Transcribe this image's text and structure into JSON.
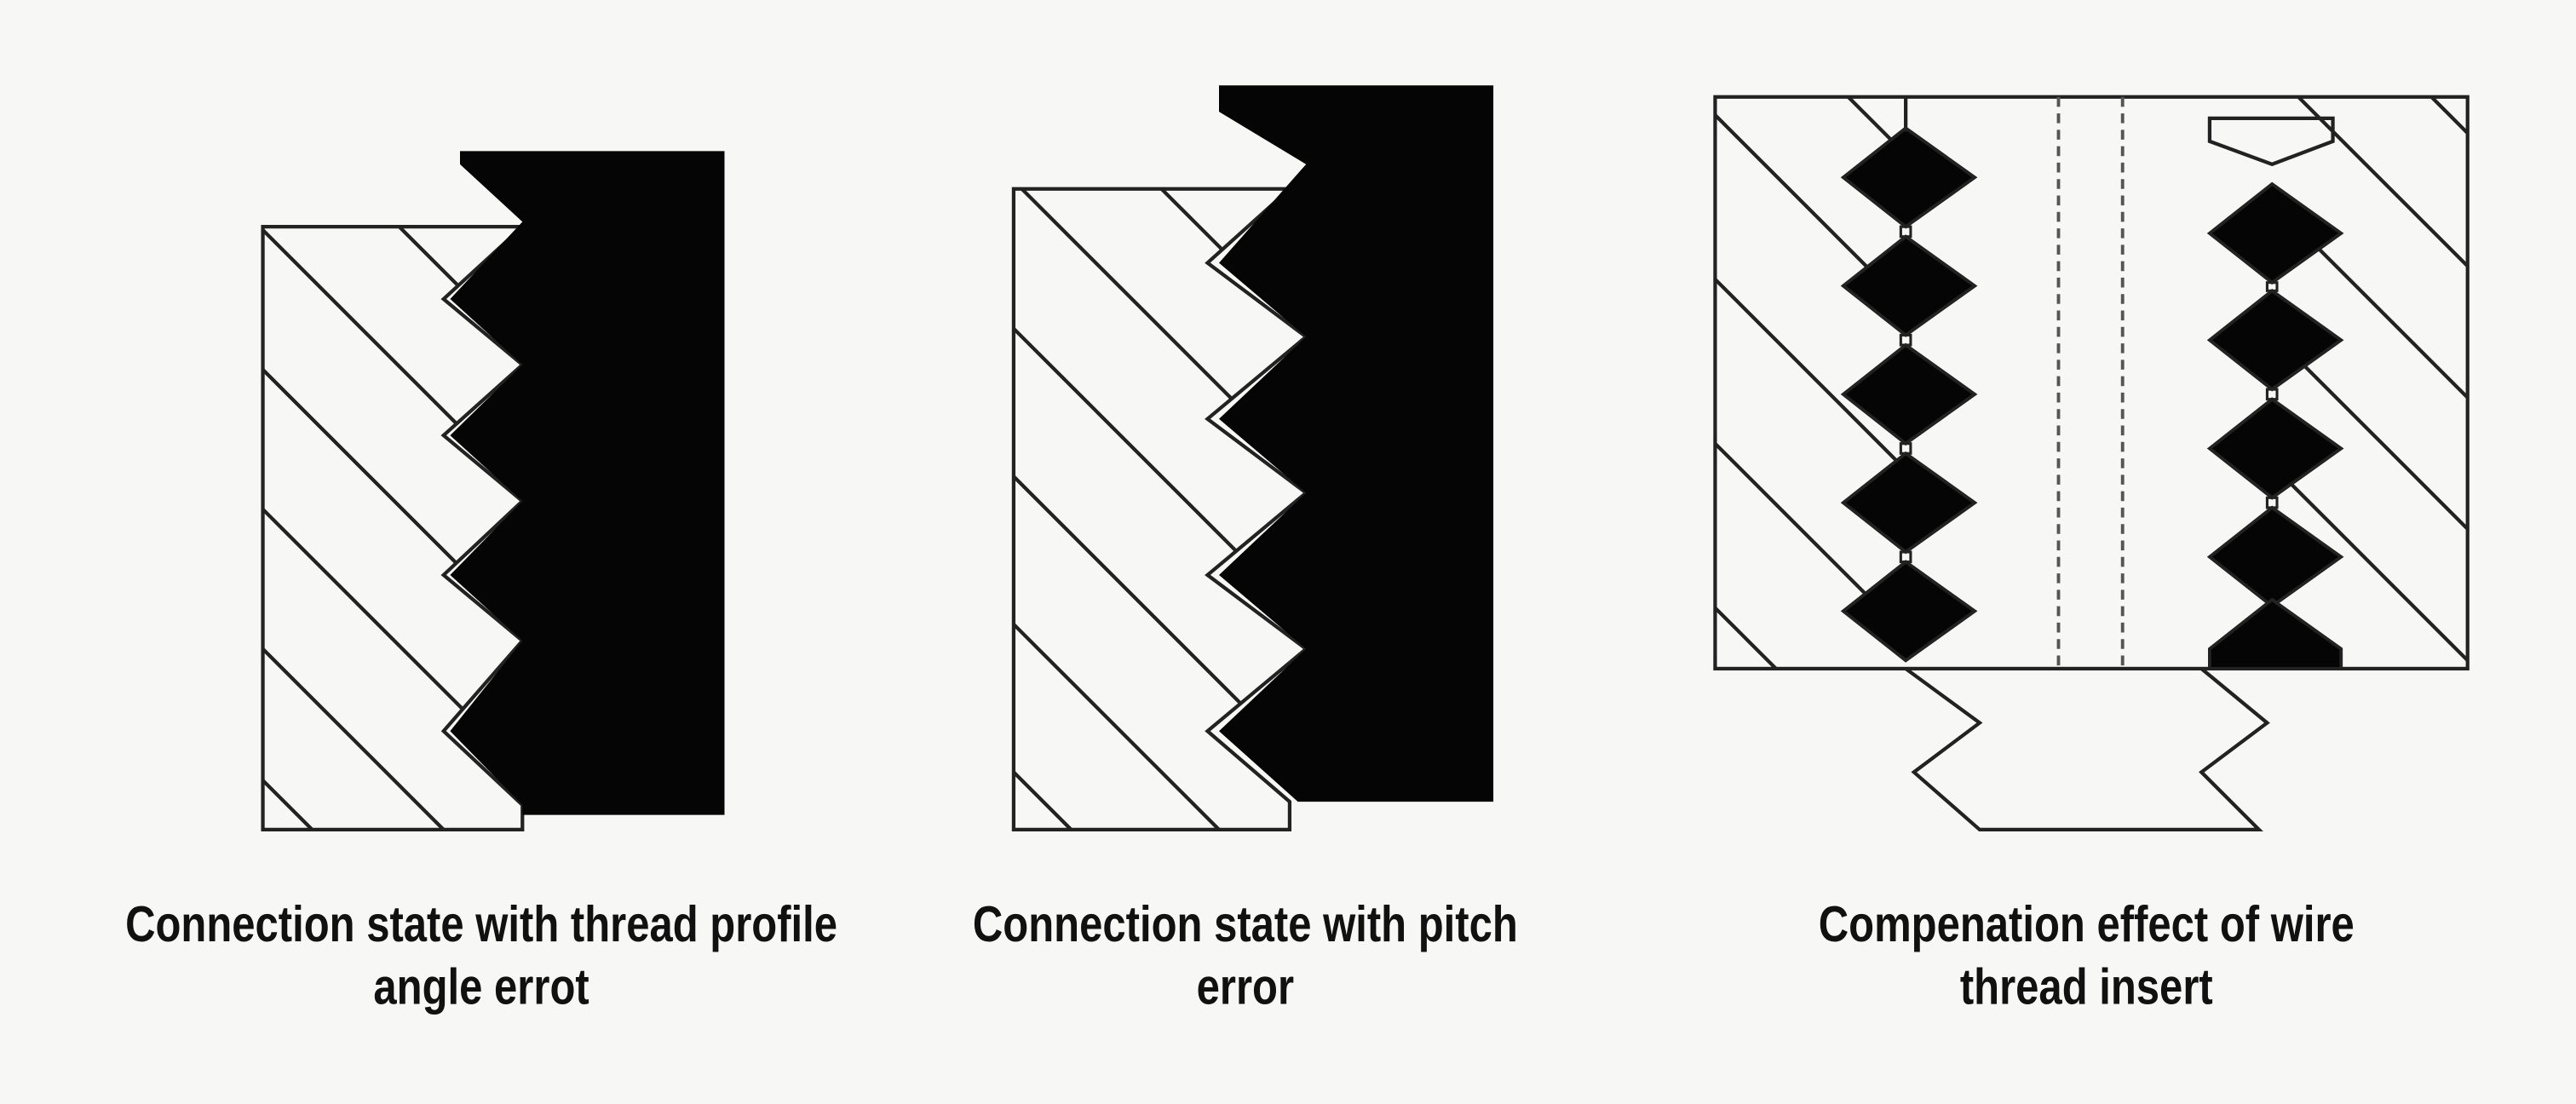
{
  "panels": [
    {
      "caption_line1": "Connection state with thread profile",
      "caption_line2": "angle errot"
    },
    {
      "caption_line1": "Connection state with pitch",
      "caption_line2": "error"
    },
    {
      "caption_line1": "Compenation effect of wire",
      "caption_line2": "thread insert"
    }
  ],
  "colors": {
    "background": "#f7f7f6",
    "ink": "#111111"
  }
}
